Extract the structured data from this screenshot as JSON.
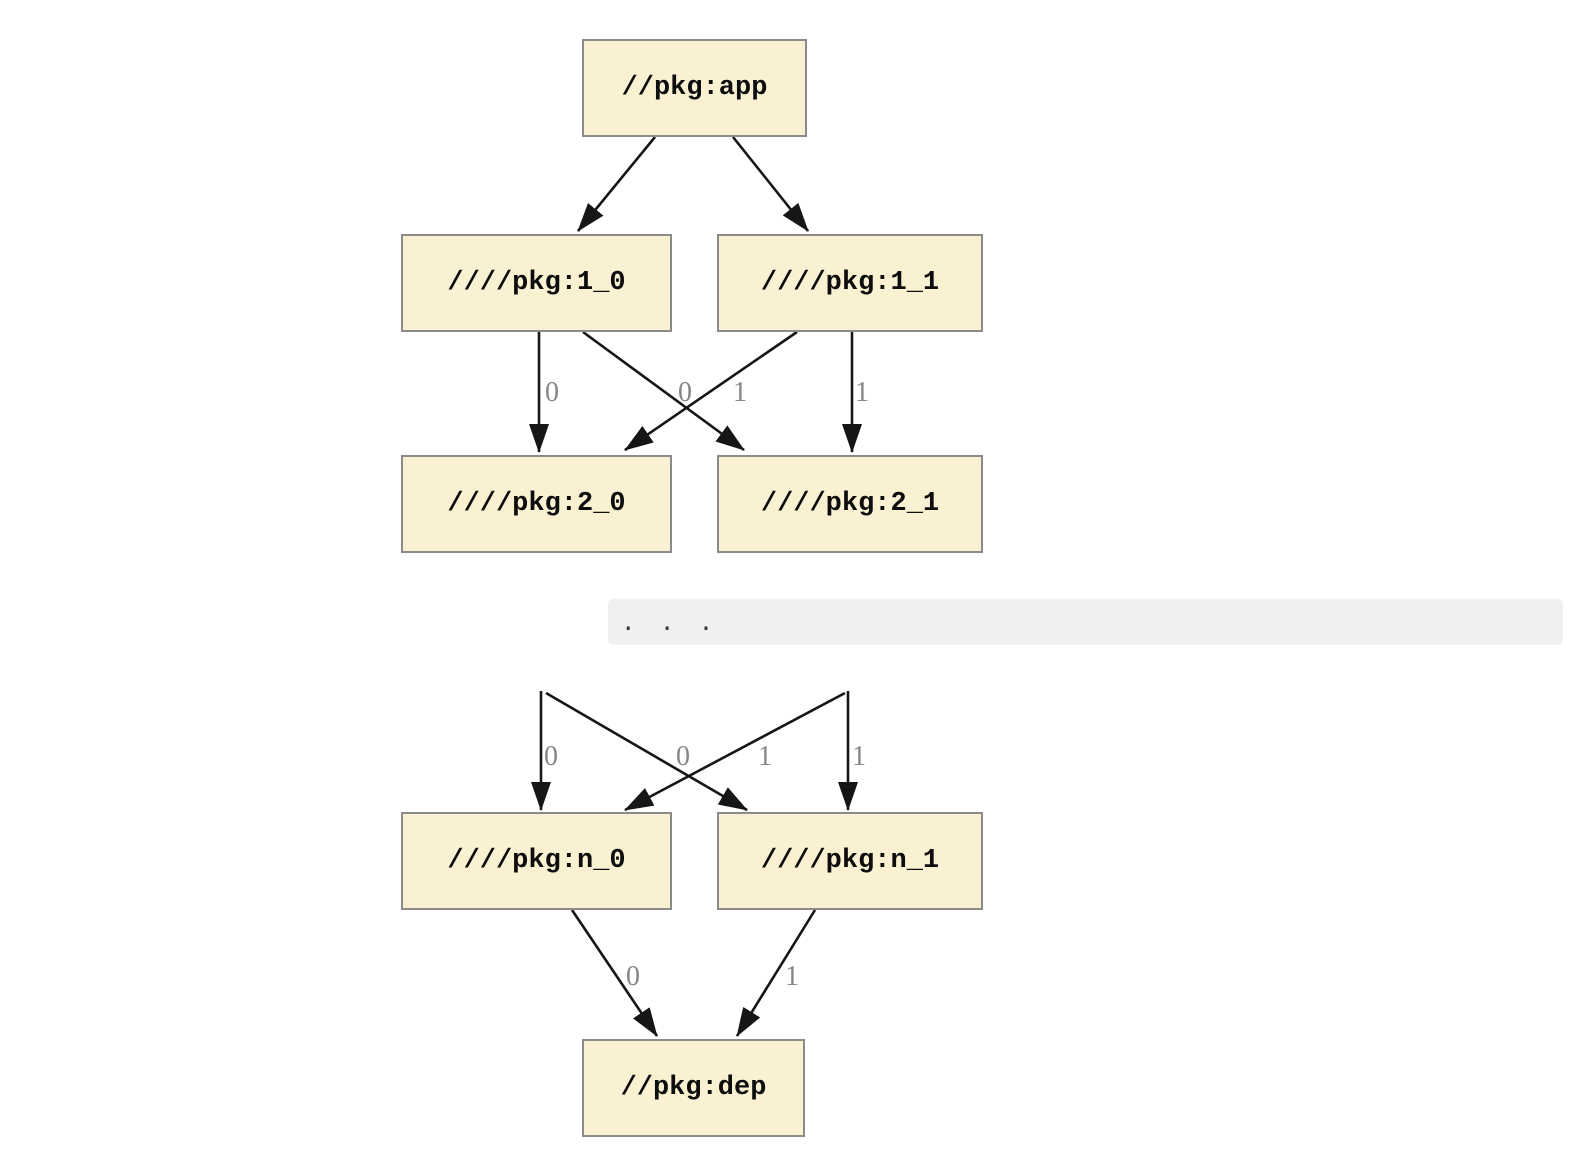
{
  "diagram": {
    "type": "build-dependency-graph",
    "ellipsis": ". . .",
    "colors": {
      "node_fill": "#faf1d2",
      "node_border": "#8b8b8b",
      "edge": "#161616",
      "edge_label": "#868686",
      "ellipsis_band": "#f0f0f0"
    },
    "nodes": [
      {
        "id": "app",
        "label": "//pkg:app"
      },
      {
        "id": "1_0",
        "label": "////pkg:1_0"
      },
      {
        "id": "1_1",
        "label": "////pkg:1_1"
      },
      {
        "id": "2_0",
        "label": "////pkg:2_0"
      },
      {
        "id": "2_1",
        "label": "////pkg:2_1"
      },
      {
        "id": "n_0",
        "label": "////pkg:n_0"
      },
      {
        "id": "n_1",
        "label": "////pkg:n_1"
      },
      {
        "id": "dep",
        "label": "//pkg:dep"
      }
    ],
    "edges": [
      {
        "from": "app",
        "to": "1_0",
        "label": ""
      },
      {
        "from": "app",
        "to": "1_1",
        "label": ""
      },
      {
        "from": "1_0",
        "to": "2_0",
        "label": "0"
      },
      {
        "from": "1_0",
        "to": "2_1",
        "label": "1"
      },
      {
        "from": "1_1",
        "to": "2_0",
        "label": "0"
      },
      {
        "from": "1_1",
        "to": "2_1",
        "label": "1"
      },
      {
        "from": "…",
        "to": "n_0",
        "label": "0"
      },
      {
        "from": "…",
        "to": "n_1",
        "label": "1"
      },
      {
        "from": "…",
        "to": "n_0",
        "label": "0"
      },
      {
        "from": "…",
        "to": "n_1",
        "label": "1"
      },
      {
        "from": "n_0",
        "to": "dep",
        "label": "0"
      },
      {
        "from": "n_1",
        "to": "dep",
        "label": "1"
      }
    ]
  }
}
